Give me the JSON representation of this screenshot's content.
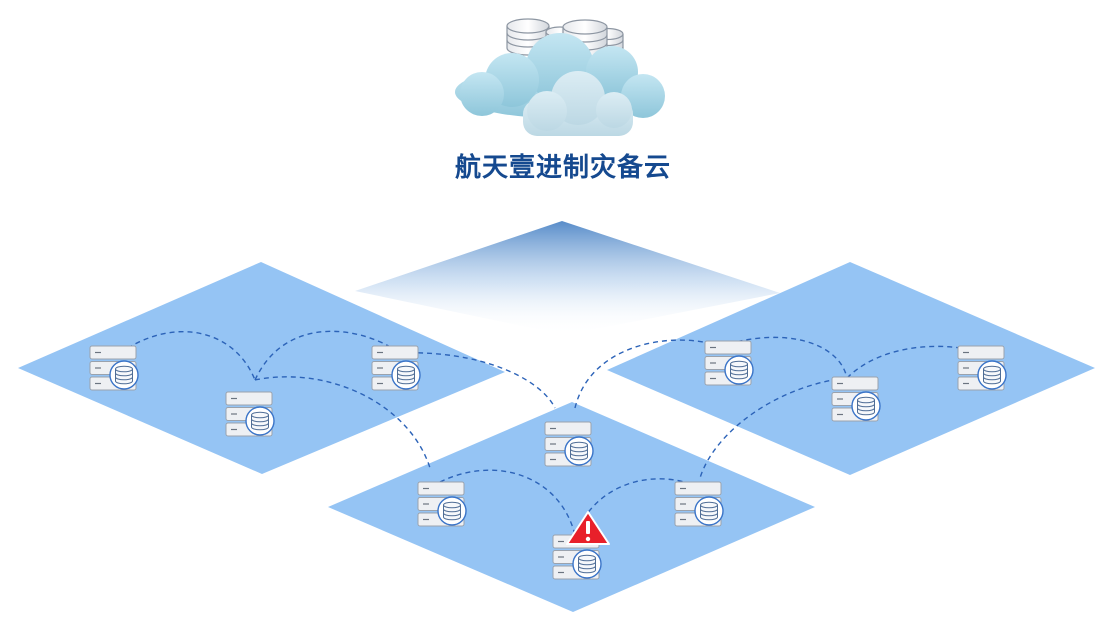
{
  "title": "航天壹进制灾备云",
  "colors": {
    "title": "#15498f",
    "platform": "#95c4f4",
    "cloud_back": "#a9d6e8",
    "cloud_front": "#cfe4ec",
    "link": "#2c63b8",
    "server_body": "#eef0f3",
    "server_outline": "#9aa2ad",
    "database_ring": "#3a74c8",
    "warning": "#e8202a"
  },
  "icons": {
    "cloud": "cloud-icon",
    "server": "server-database-icon",
    "warning": "warning-triangle-icon"
  },
  "groups": [
    {
      "name": "left-site",
      "servers": 3
    },
    {
      "name": "right-site",
      "servers": 3
    },
    {
      "name": "center-site",
      "servers": 4,
      "alert_servers": 1
    }
  ]
}
